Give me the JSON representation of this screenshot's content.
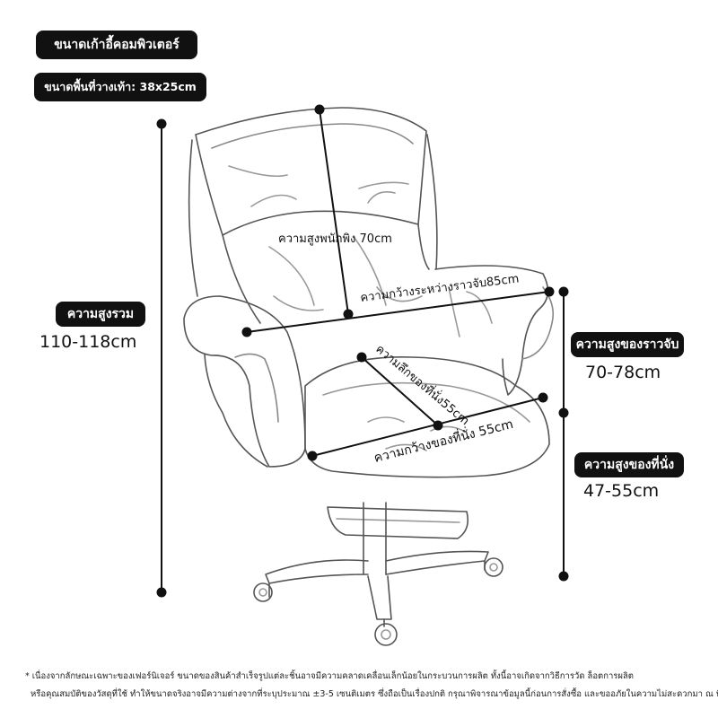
{
  "header": {
    "title": "ขนาดเก้าอี้คอมพิวเตอร์",
    "footrest": "ขนาดพื้นที่วางเท้า: 38x25cm"
  },
  "labels": {
    "total_height": "ความสูงรวม",
    "total_height_value": "110-118cm",
    "armrest_height": "ความสูงของราวจับ",
    "armrest_height_value": "70-78cm",
    "seat_height": "ความสูงของที่นั่ง",
    "seat_height_value": "47-55cm",
    "backrest_height": "ความสูงพนักพิง 70cm",
    "armrest_span": "ความกว้างระหว่างราวจับ85cm",
    "seat_depth": "ความลึกของที่นั่ง55cm",
    "seat_width": "ความกว้างของที่นั่ง 55cm"
  },
  "footnote": {
    "line1": "* เนื่องจากลักษณะเฉพาะของเฟอร์นิเจอร์ ขนาดของสินค้าสำเร็จรูปแต่ละชิ้นอาจมีความคลาดเคลื่อนเล็กน้อยในกระบวนการผลิต ทั้งนี้อาจเกิดจากวิธีการวัด ล็อตการผลิต",
    "line2": "หรือคุณสมบัติของวัสดุที่ใช้ ทำให้ขนาดจริงอาจมีความต่างจากที่ระบุประมาณ ±3-5 เซนติเมตร ซึ่งถือเป็นเรื่องปกติ กรุณาพิจารณาข้อมูลนี้ก่อนการสั่งซื้อ และขออภัยในความไม่สะดวกมา ณ ที่นี้"
  }
}
